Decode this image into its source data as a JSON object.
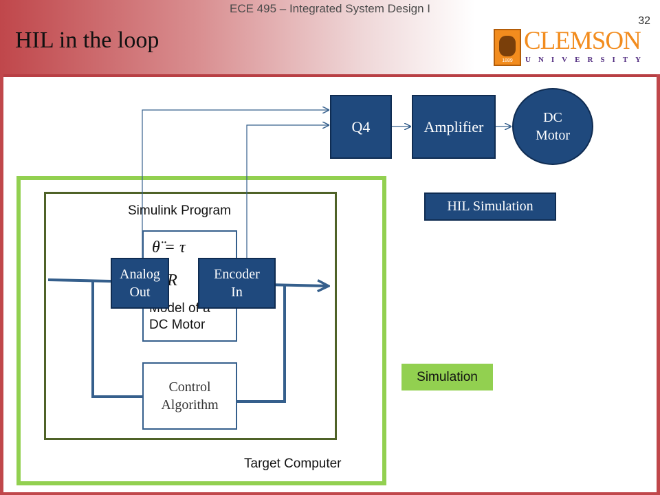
{
  "header": {
    "course": "ECE 495 – Integrated System Design I",
    "page_number": "32",
    "title": "HIL in the loop"
  },
  "logo": {
    "name": "CLEMSON",
    "subtitle": "UNIVERSITY",
    "seal_year": "1889"
  },
  "diagram": {
    "target_computer_label": "Target Computer",
    "simulink_program_label": "Simulink Program",
    "model_equation_1": "θ̈ = τ",
    "model_equation_2": "= R",
    "model_text_line1": "Model of a",
    "model_text_line2": "DC Motor",
    "control_algorithm_line1": "Control",
    "control_algorithm_line2": "Algorithm",
    "analog_out_line1": "Analog",
    "analog_out_line2": "Out",
    "encoder_in_line1": "Encoder",
    "encoder_in_line2": "In",
    "q4_label": "Q4",
    "amplifier_label": "Amplifier",
    "dc_motor_line1": "DC",
    "dc_motor_line2": "Motor",
    "hil_simulation_label": "HIL Simulation",
    "simulation_label": "Simulation"
  },
  "colors": {
    "header_red": "#c0474b",
    "block_blue": "#1f497d",
    "target_green": "#92d050",
    "program_olive": "#4f6228",
    "wire_blue": "#355f8c",
    "logo_orange": "#f28c1e",
    "logo_purple": "#522d80"
  }
}
